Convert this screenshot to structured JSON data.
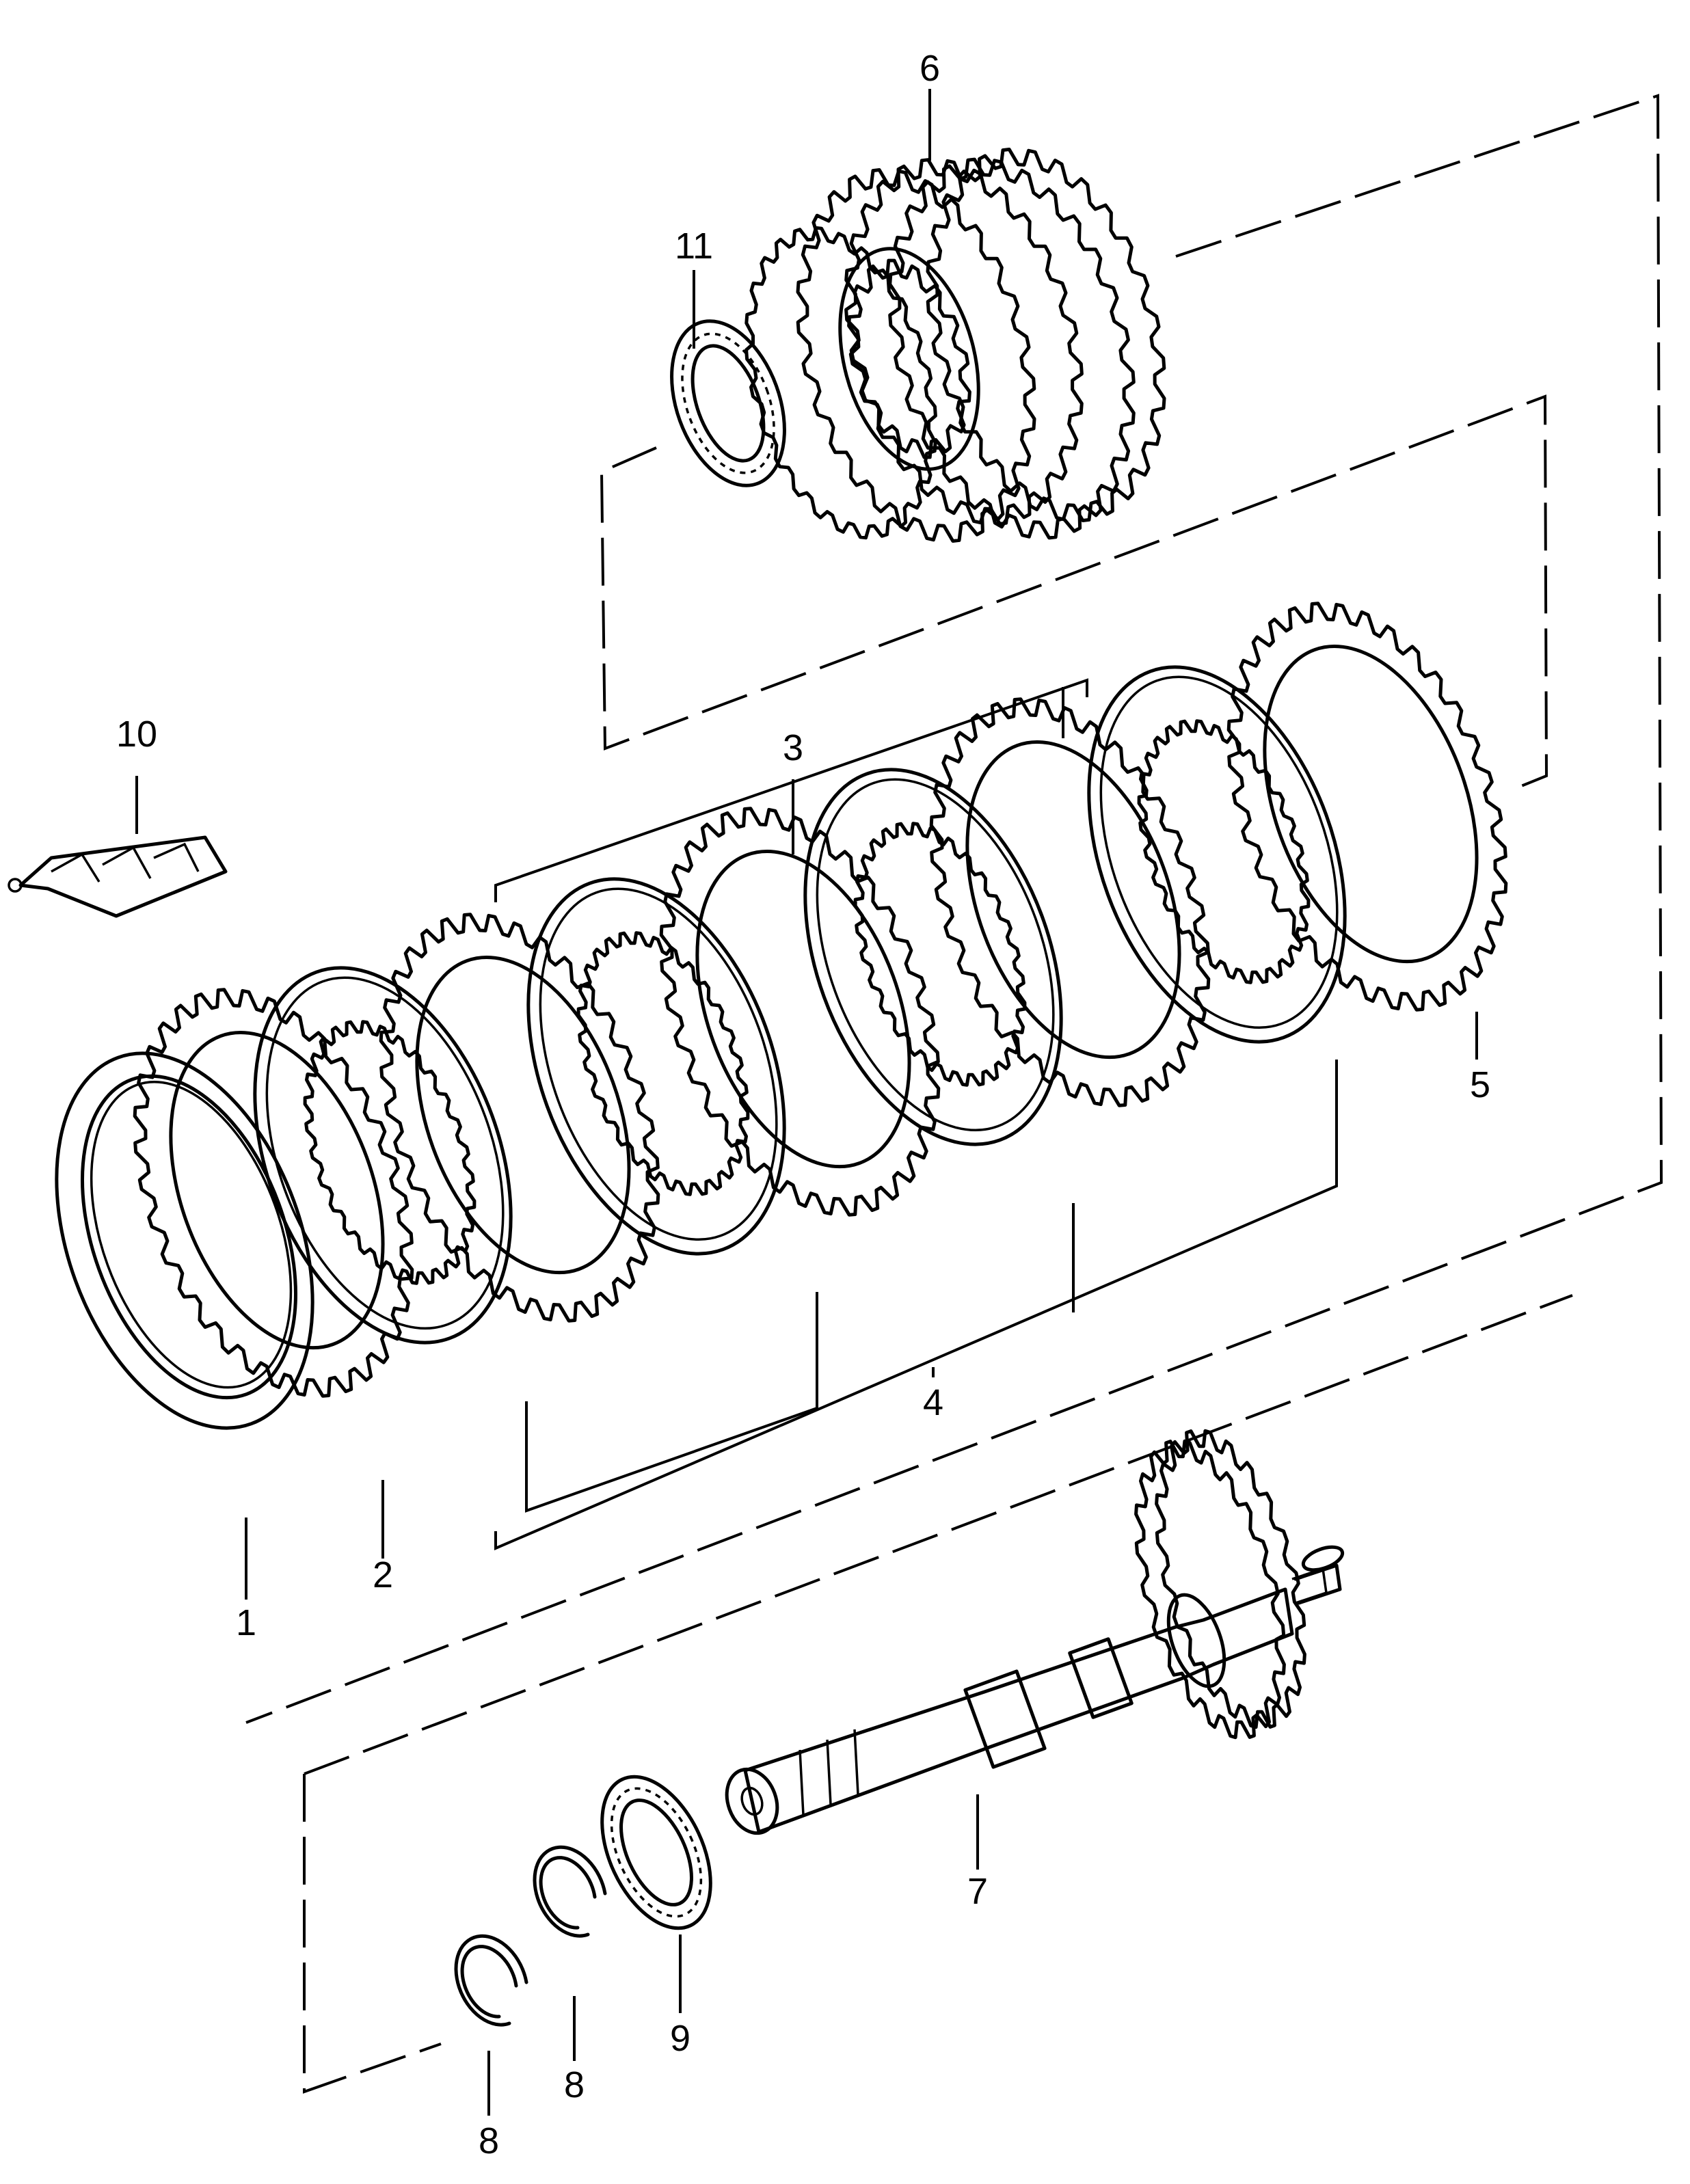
{
  "callouts": {
    "c1": "1",
    "c2": "2",
    "c3": "3",
    "c4": "4",
    "c5": "5",
    "c6": "6",
    "c7": "7",
    "c8a": "8",
    "c8b": "8",
    "c9": "9",
    "c10": "10",
    "c11": "11"
  }
}
